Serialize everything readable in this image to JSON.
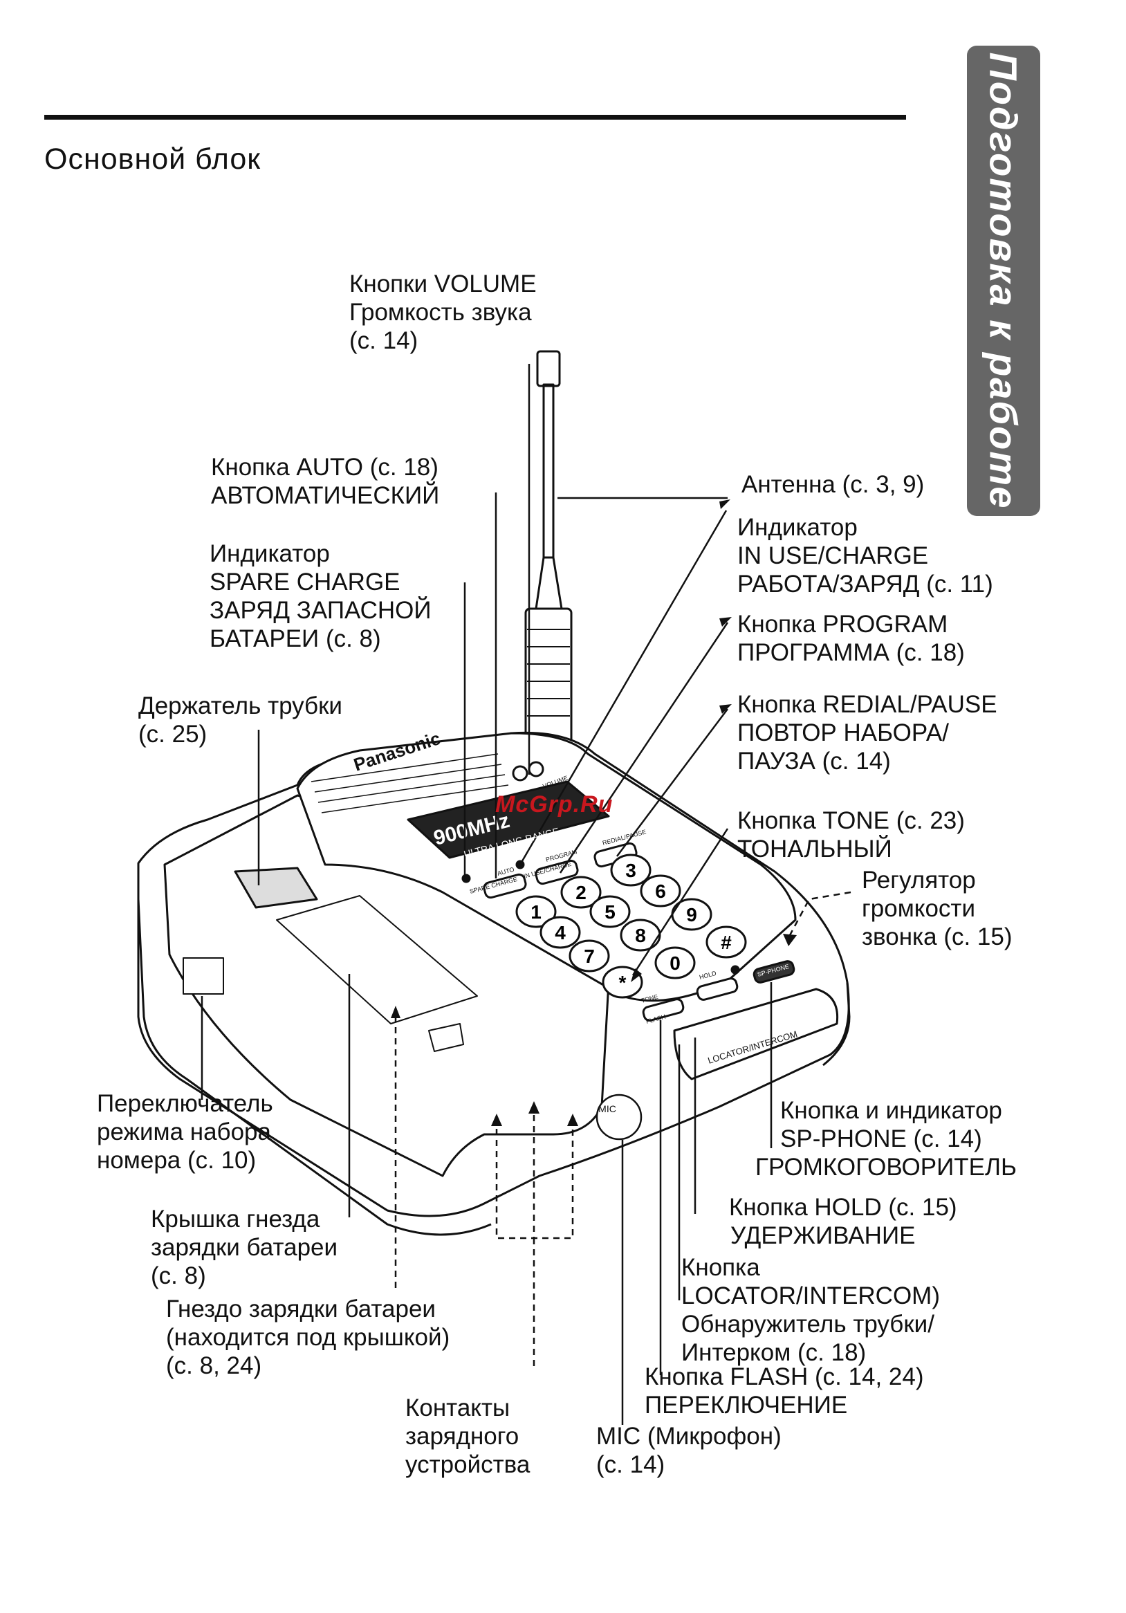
{
  "page": {
    "title": "Основной блок",
    "side_tab": "Подготовка к работе",
    "watermark": "McGrp.Ru"
  },
  "device": {
    "brand": "Panasonic",
    "band": "900MHz",
    "range_label": "ULTRA LONG RANGE",
    "mic_label": "MIC",
    "base_labels": {
      "volume": "VOLUME",
      "spare_charge": "SPARE CHARGE",
      "in_use_charge": "IN USE/CHARGE",
      "auto": "AUTO",
      "program": "PROGRAM",
      "redial_pause": "REDIAL/PAUSE",
      "tone": "TONE",
      "flash": "FLASH",
      "hold": "HOLD",
      "sp_phone": "SP-PHONE",
      "locator_intercom": "LOCATOR/INTERCOM"
    },
    "keys": [
      "1",
      "2",
      "3",
      "4",
      "5",
      "6",
      "7",
      "8",
      "9",
      "*",
      "0",
      "#"
    ]
  },
  "callouts": {
    "volume": [
      "Кнопки VOLUME",
      "Громкость звука",
      "(с. 14)"
    ],
    "auto": [
      "Кнопка AUTO (с. 18)",
      "АВТОМАТИЧЕСКИЙ"
    ],
    "spare_charge": [
      "Индикатор",
      "SPARE CHARGE",
      "ЗАРЯД ЗАПАСНОЙ",
      "БАТАРЕИ (с. 8)"
    ],
    "holder": [
      "Держатель трубки",
      "(с. 25)"
    ],
    "antenna": [
      "Антенна (с. 3, 9)"
    ],
    "in_use": [
      "Индикатор",
      "IN USE/CHARGE",
      "РАБОТА/ЗАРЯД (с. 11)"
    ],
    "program": [
      "Кнопка PROGRAM",
      "ПРОГРАММА (с. 18)"
    ],
    "redial": [
      "Кнопка REDIAL/PAUSE",
      "ПОВТОР НАБОРА/",
      "ПАУЗА  (с. 14)"
    ],
    "tone": [
      "Кнопка TONE (с. 23)",
      "ТОНАЛЬНЫЙ"
    ],
    "ringer": [
      "Регулятор",
      "громкости",
      "звонка (с. 15)"
    ],
    "dial_switch": [
      "Переключатель",
      "режима набора",
      "номера (с. 10)"
    ],
    "sp_phone": [
      "Кнопка и индикатор",
      "SP-PHONE (с. 14)",
      "ГРОМКОГОВОРИТЕЛЬ"
    ],
    "cover": [
      "Крышка гнезда",
      "зарядки батареи",
      "(с. 8)"
    ],
    "hold": [
      "Кнопка HOLD (с. 15)",
      "УДЕРЖИВАНИЕ"
    ],
    "locator": [
      "Кнопка",
      "LOCATOR/INTERCOM)",
      "Обнаружитель трубки/",
      "Интерком  (с. 18)"
    ],
    "socket": [
      "Гнездо зарядки батареи",
      "(находится под крышкой)",
      "(с. 8, 24)"
    ],
    "flash": [
      "Кнопка FLASH (с. 14, 24)",
      "ПЕРЕКЛЮЧЕНИЕ"
    ],
    "contacts": [
      "Контакты",
      "зарядного",
      "устройства"
    ],
    "mic": [
      "MIC (Микрофон)",
      "(с. 14)"
    ]
  }
}
